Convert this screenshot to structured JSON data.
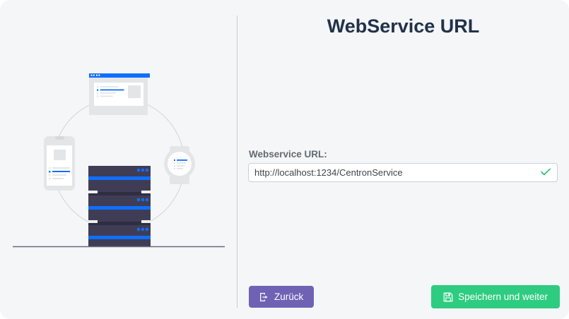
{
  "window": {
    "background": "#f4f6f8"
  },
  "illustration": {
    "name": "web-service-devices-illustration",
    "alt": "Server stack connected to browser, smartphone and smartwatch",
    "colors": {
      "server_body": "#3f3d56",
      "server_body_dark": "#2f2e41",
      "accent_blue": "#0f6fff",
      "device_gray": "#e6e6e6",
      "light_gray": "#eeeeee",
      "line_gray": "#d0d0d4",
      "ground_line": "#6b6880"
    },
    "parts": [
      "browser-window",
      "smartphone",
      "smartwatch",
      "server-rack",
      "connection-circle",
      "ground-line"
    ]
  },
  "form": {
    "title": "WebService URL",
    "field": {
      "label": "Webservice URL:",
      "value": "http://localhost:1234/CentronService",
      "placeholder": "http://localhost:1234/CentronService",
      "valid": true,
      "valid_icon": "check-icon",
      "valid_color": "#22c07a"
    },
    "buttons": {
      "back": {
        "label": "Zurück",
        "icon": "sign-out-icon",
        "color": "#6f62b5"
      },
      "next": {
        "label": "Speichern und weiter",
        "icon": "save-floppy-icon",
        "color": "#2ecc81"
      }
    }
  }
}
